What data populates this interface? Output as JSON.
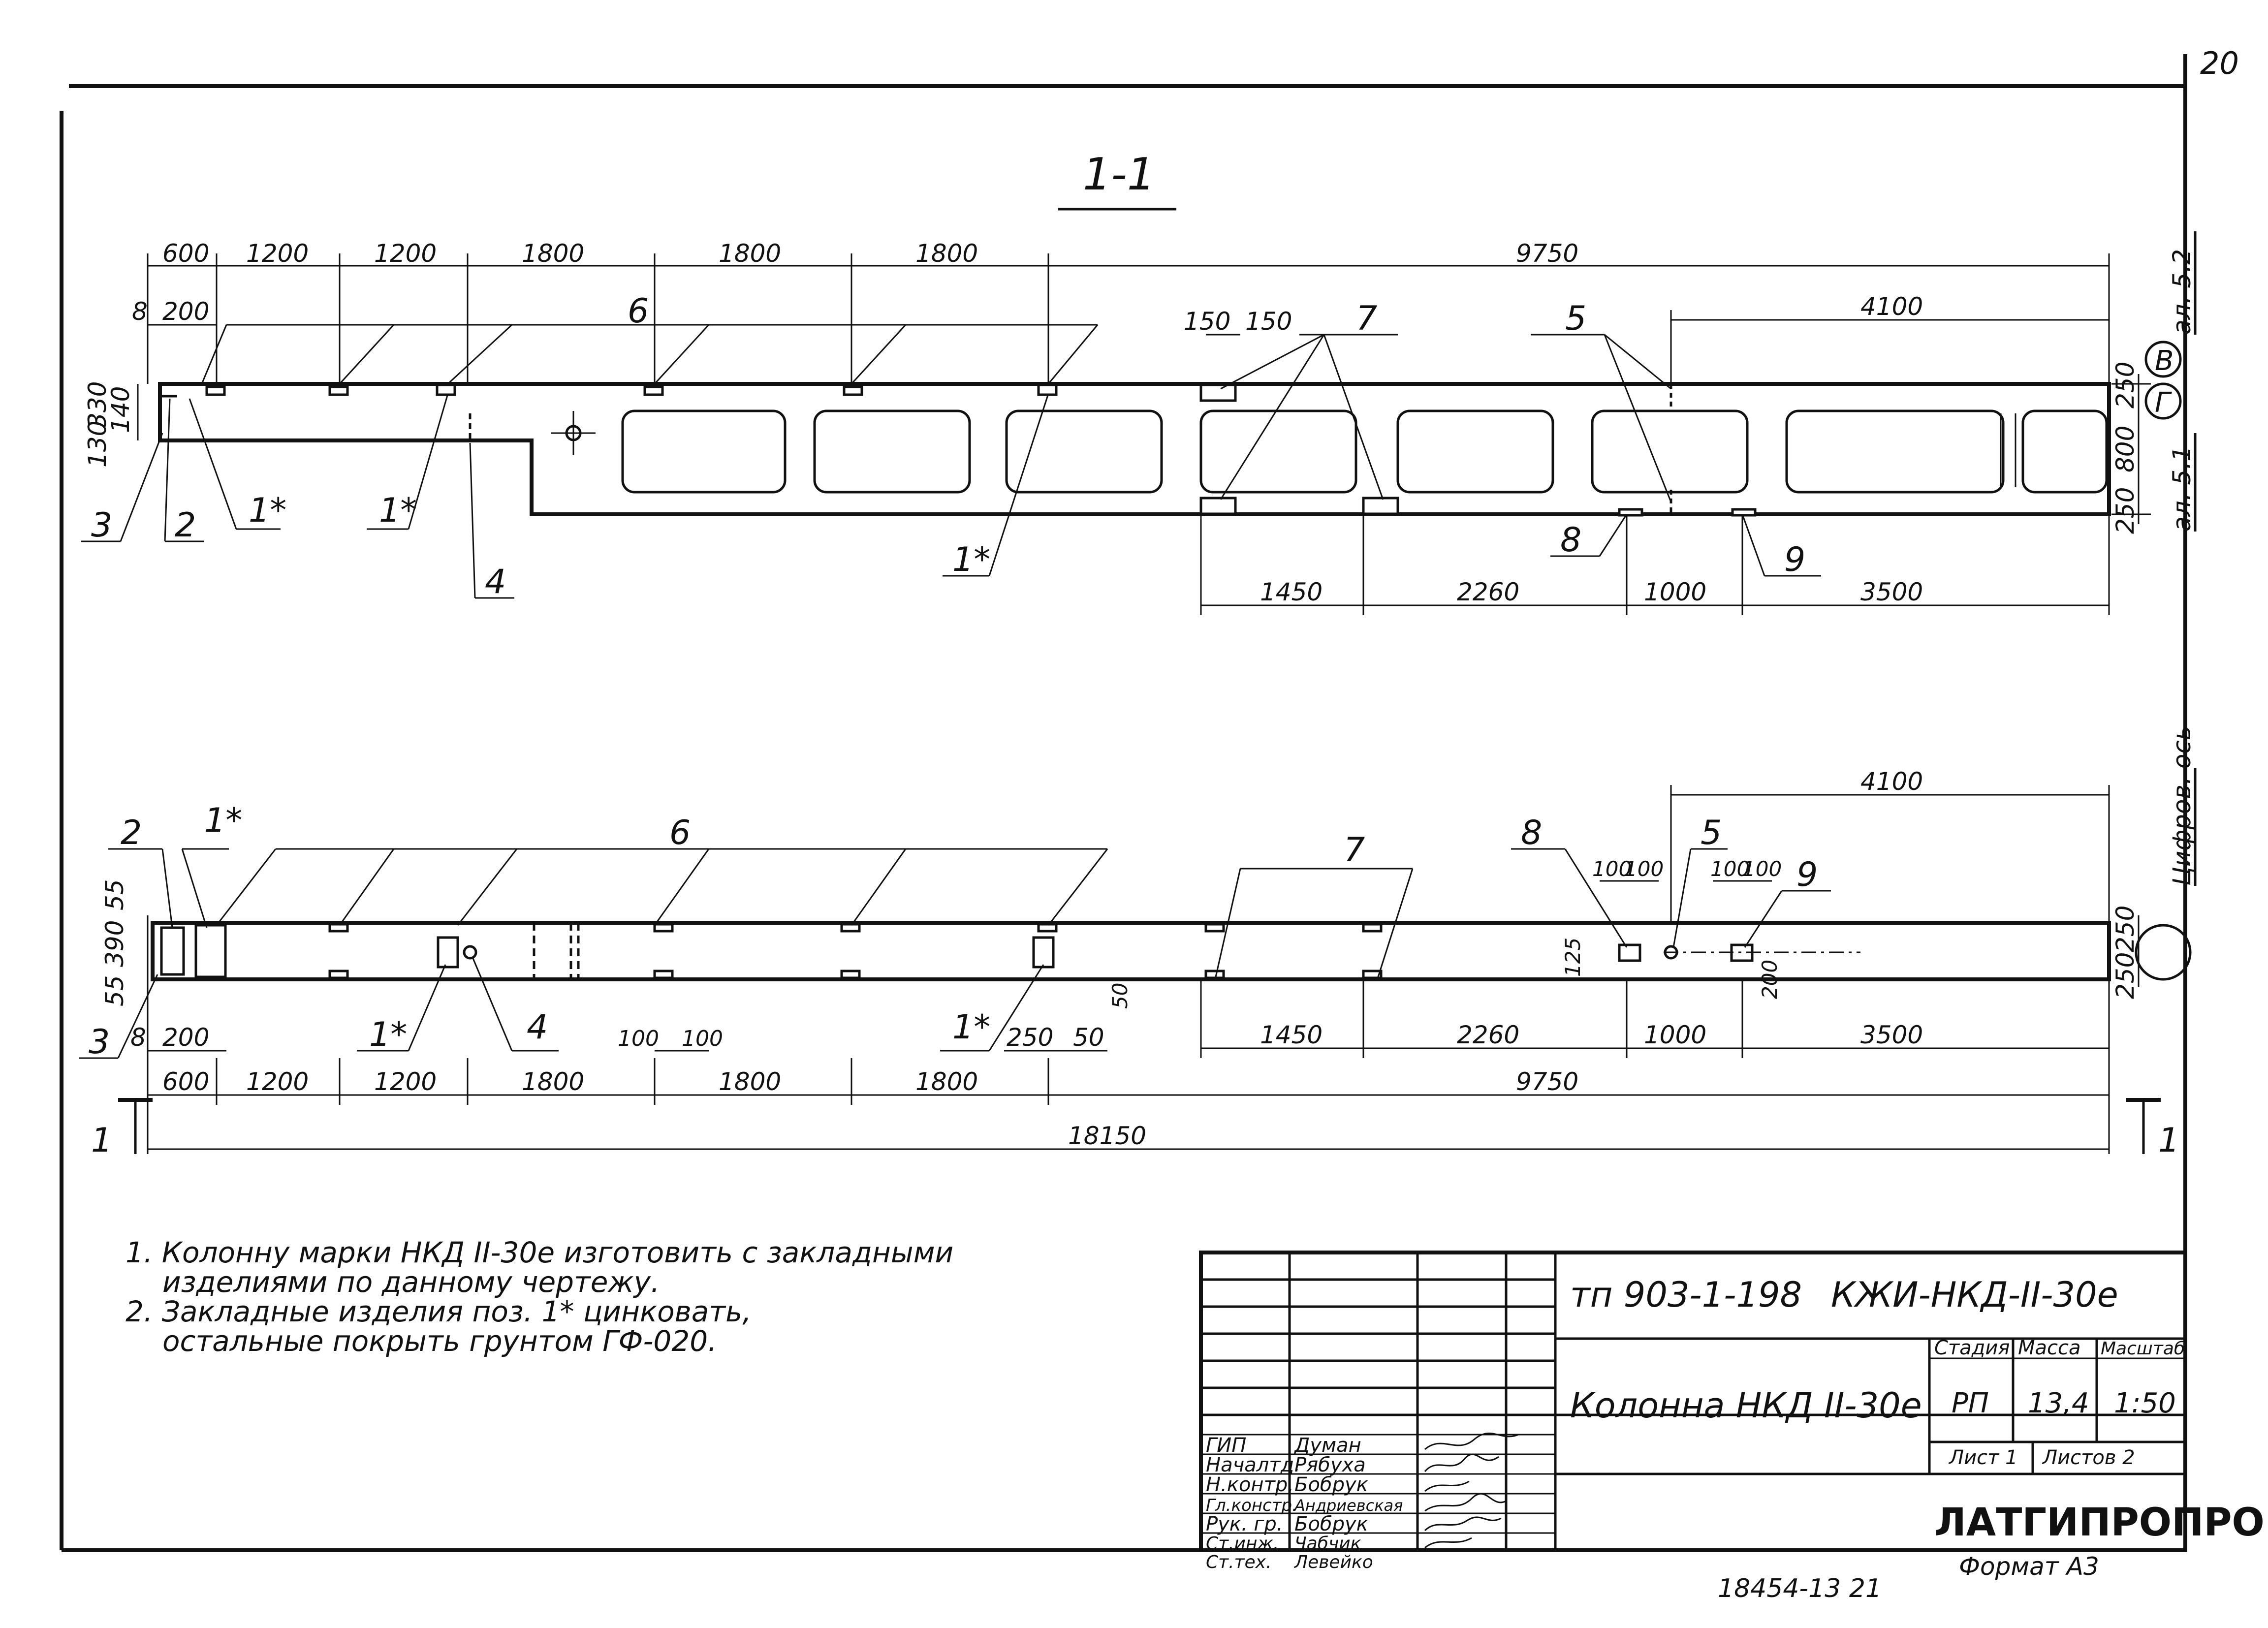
{
  "sheet": {
    "number": "20",
    "section_title": "1-1"
  },
  "view1": {
    "dims_top": [
      "600",
      "1200",
      "1200",
      "1800",
      "1800",
      "1800",
      "9750"
    ],
    "dims_small": [
      "8",
      "200",
      "150",
      "150",
      "4100"
    ],
    "dims_left": [
      "330",
      "130",
      "140"
    ],
    "dims_right": [
      "250",
      "800",
      "250"
    ],
    "dims_bottom": [
      "1450",
      "2260",
      "1000",
      "3500"
    ],
    "axis_labels": {
      "upper": "В",
      "lower": "Г"
    },
    "axis_refs": {
      "upper": "ал. 5.2",
      "lower": "ал. 5.1"
    },
    "callouts": [
      "6",
      "7",
      "5",
      "3",
      "2",
      "1*",
      "1*",
      "4",
      "1*",
      "8",
      "9"
    ]
  },
  "view2": {
    "dims_top": [
      "4100"
    ],
    "dims_pairs": [
      "100",
      "100",
      "100",
      "100"
    ],
    "dims_left": [
      "55",
      "390",
      "55"
    ],
    "dims_right": [
      "250",
      "250"
    ],
    "dims_inner": [
      "125",
      "200",
      "50"
    ],
    "dims_mid": [
      "8",
      "200",
      "100",
      "100",
      "250",
      "50"
    ],
    "dims_bottom": [
      "1450",
      "2260",
      "1000",
      "3500"
    ],
    "dims_bottom2": [
      "600",
      "1200",
      "1200",
      "1800",
      "1800",
      "1800",
      "9750"
    ],
    "overall": "18150",
    "axis_ref": "Цифров. ось",
    "callouts": [
      "2",
      "1*",
      "6",
      "7",
      "8",
      "5",
      "9",
      "3",
      "1*",
      "4",
      "1*"
    ],
    "section_marks": {
      "left": "1",
      "right": "1"
    }
  },
  "notes": [
    "1. Колонну марки НКД II-30е изготовить с закладными",
    "изделиями по данному чертежу.",
    "2. Закладные изделия поз. 1* цинковать,",
    "остальные покрыть грунтом ГФ-020."
  ],
  "title_block": {
    "doc_code": "тп 903-1-198",
    "mark": "КЖИ-НКД-II-30е",
    "name": "Колонна НКД II-30е",
    "roles": [
      "ГИП",
      "Началтд.",
      "Н.контр.",
      "Гл.констр.",
      "Рук. гр.",
      "Ст.инж.",
      "Ст.тех."
    ],
    "names": [
      "Думан",
      "Рябуха",
      "Бобрук",
      "Андриевская",
      "Бобрук",
      "Чабчик",
      "Левейко"
    ],
    "headers": [
      "Стадия",
      "Масса",
      "Масштаб"
    ],
    "values": [
      "РП",
      "13,4",
      "1:50"
    ],
    "sheet_label": "Лист 1",
    "sheets_label": "Листов 2",
    "org": "ЛАТГИПРОПРОМ"
  },
  "footer": {
    "inventory": "18454-13 21",
    "format": "Формат А3"
  }
}
